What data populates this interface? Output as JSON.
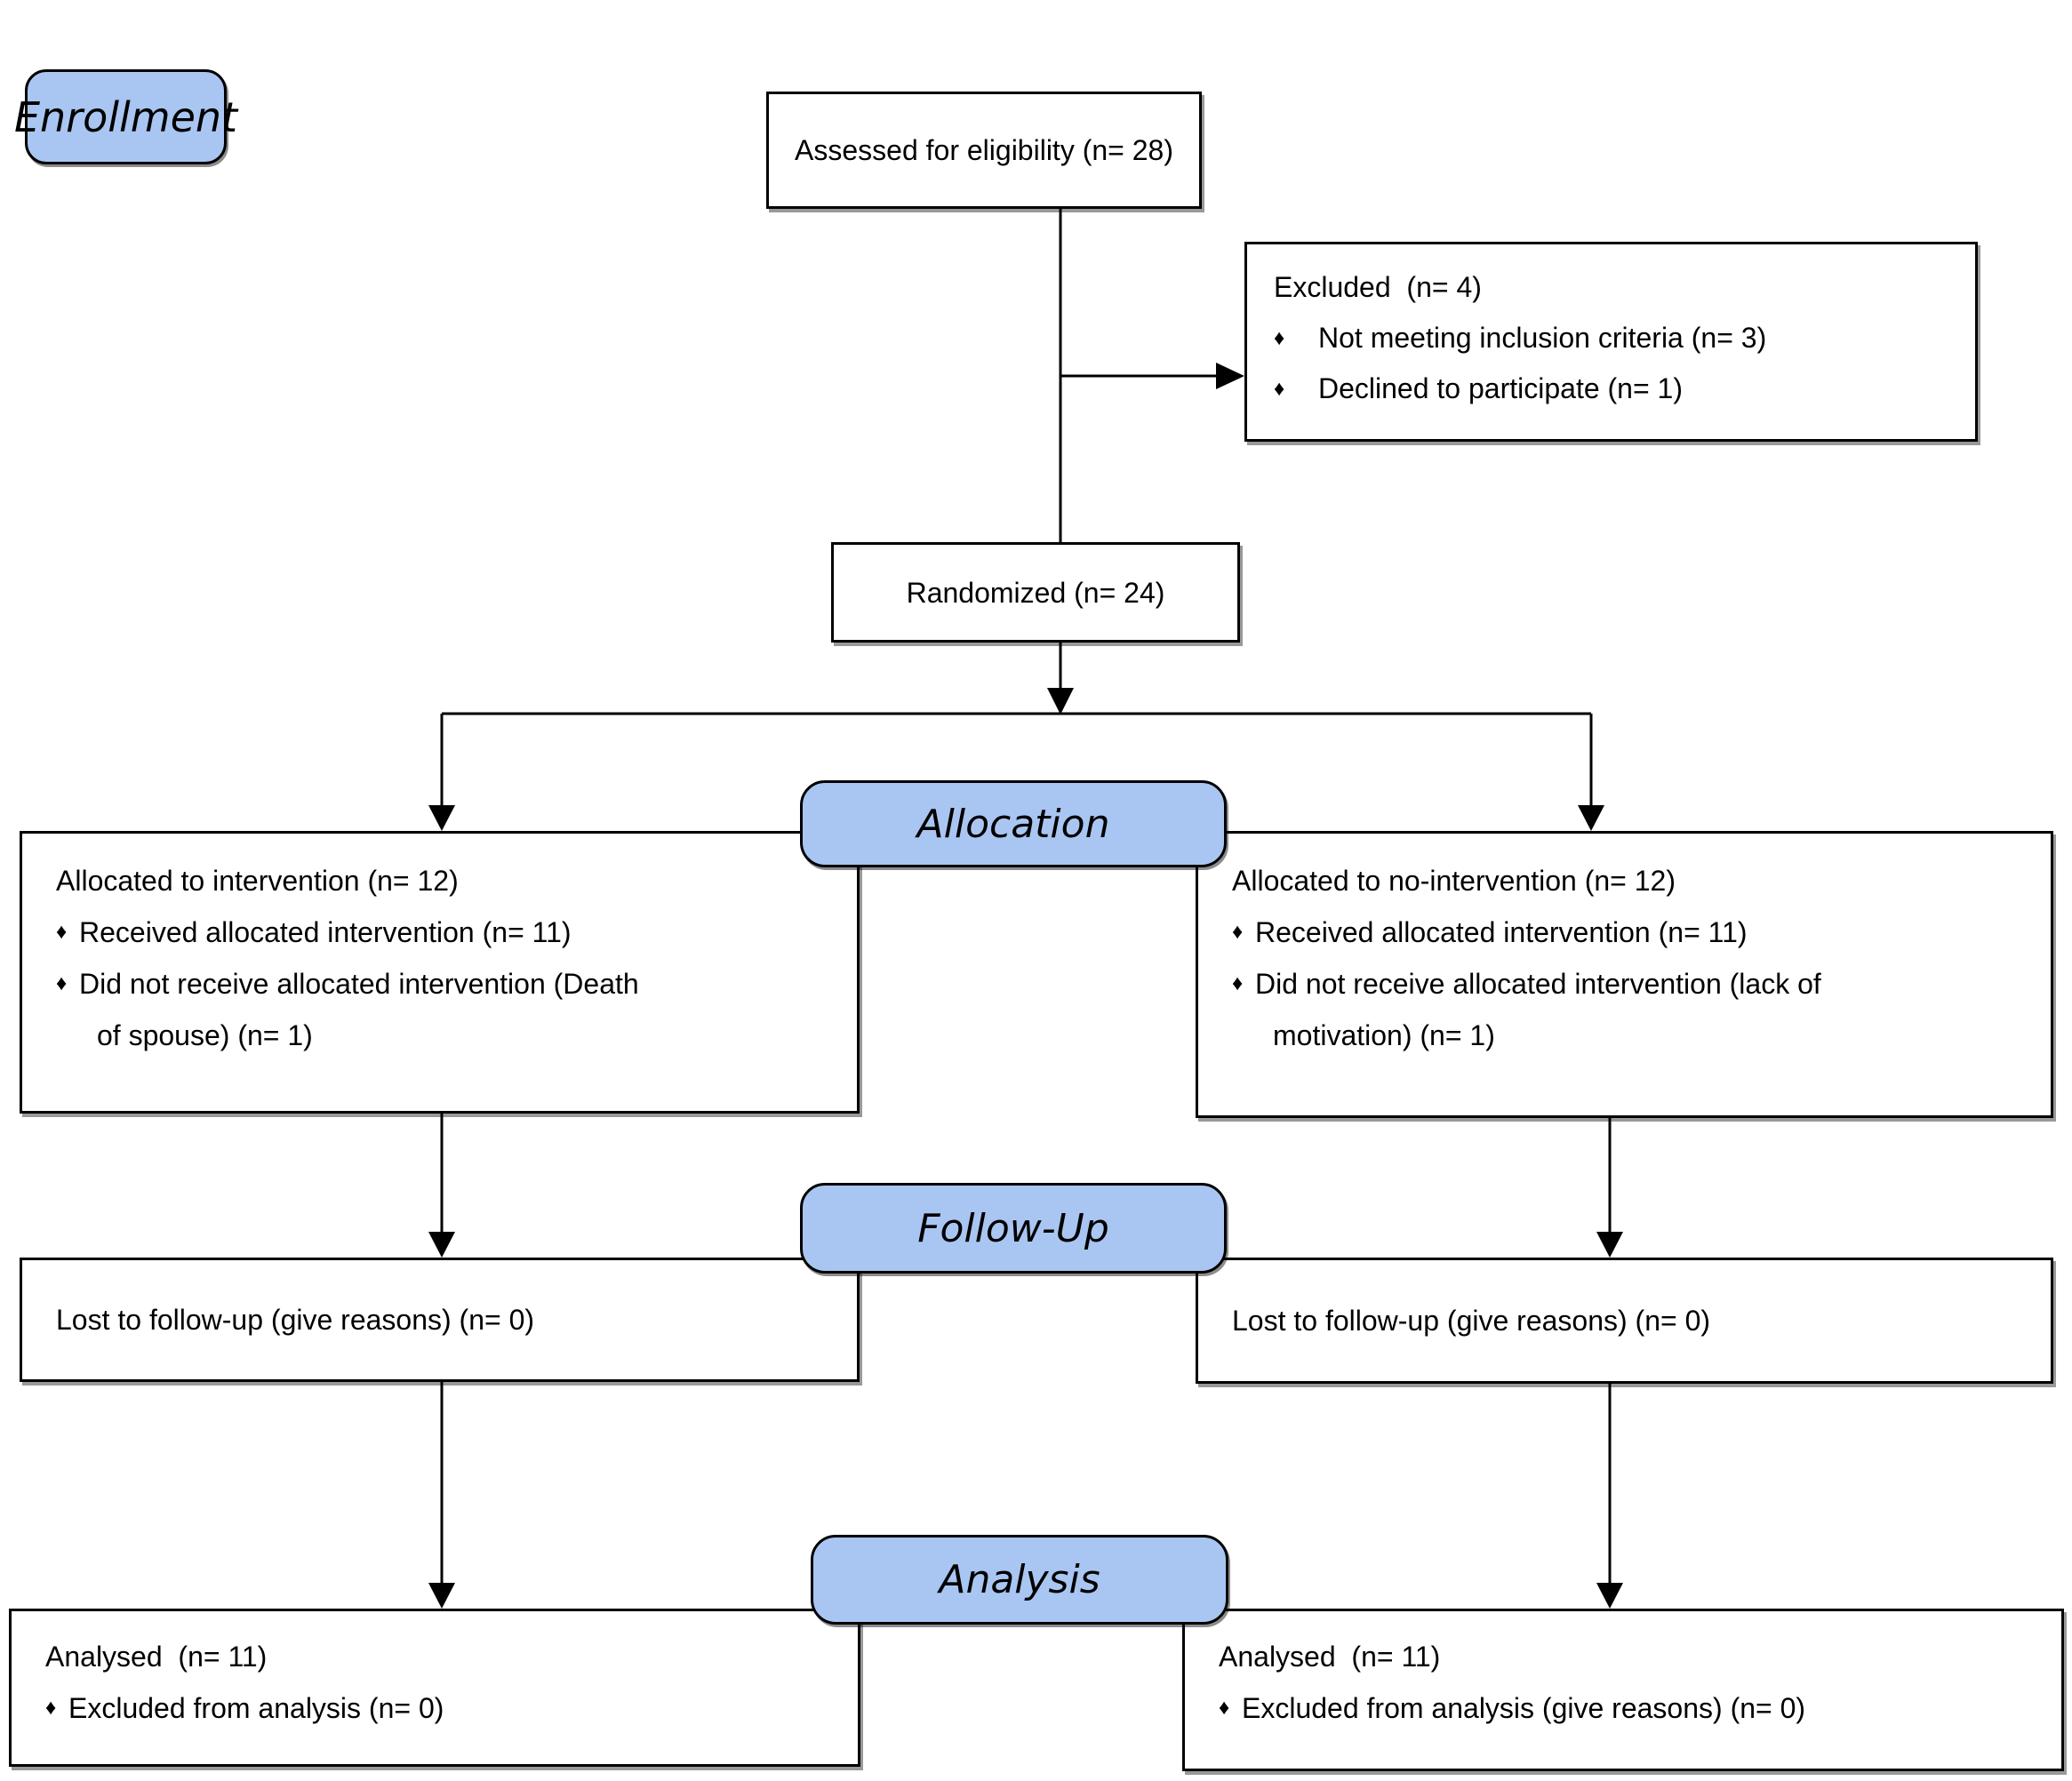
{
  "stages": {
    "enrollment": "Enrollment",
    "allocation": "Allocation",
    "followup": "Follow-Up",
    "analysis": "Analysis"
  },
  "bullet_glyph": "♦",
  "colors": {
    "stage_fill": "#A9C6F2",
    "border": "#000000",
    "background": "#ffffff"
  },
  "boxes": {
    "assessed": {
      "text": "Assessed for eligibility (n= 28)"
    },
    "excluded": {
      "title": "Excluded  (n= 4)",
      "bullets": [
        {
          "lines": [
            "Not meeting inclusion criteria (n= 3)"
          ]
        },
        {
          "lines": [
            "Declined to participate (n= 1)"
          ]
        }
      ]
    },
    "randomized": {
      "text": "Randomized (n= 24)"
    },
    "allocation_left": {
      "title": "Allocated to intervention (n= 12)",
      "bullets": [
        {
          "lines": [
            "Received allocated intervention (n= 11)"
          ]
        },
        {
          "lines": [
            "Did not receive allocated intervention (Death",
            "of spouse) (n= 1)"
          ]
        }
      ]
    },
    "allocation_right": {
      "title": "Allocated to no-intervention (n= 12)",
      "bullets": [
        {
          "lines": [
            "Received allocated intervention (n= 11)"
          ]
        },
        {
          "lines": [
            "Did not receive allocated intervention (lack of",
            "motivation) (n= 1)"
          ]
        }
      ]
    },
    "followup_left": {
      "text": "Lost to follow-up (give reasons) (n= 0)"
    },
    "followup_right": {
      "text": "Lost to follow-up (give reasons) (n= 0)"
    },
    "analysis_left": {
      "title": "Analysed  (n= 11)",
      "bullets": [
        {
          "lines": [
            "Excluded from analysis (n= 0)"
          ]
        }
      ]
    },
    "analysis_right": {
      "title": "Analysed  (n= 11)",
      "bullets": [
        {
          "lines": [
            "Excluded from analysis (give reasons) (n= 0)"
          ]
        }
      ]
    }
  }
}
